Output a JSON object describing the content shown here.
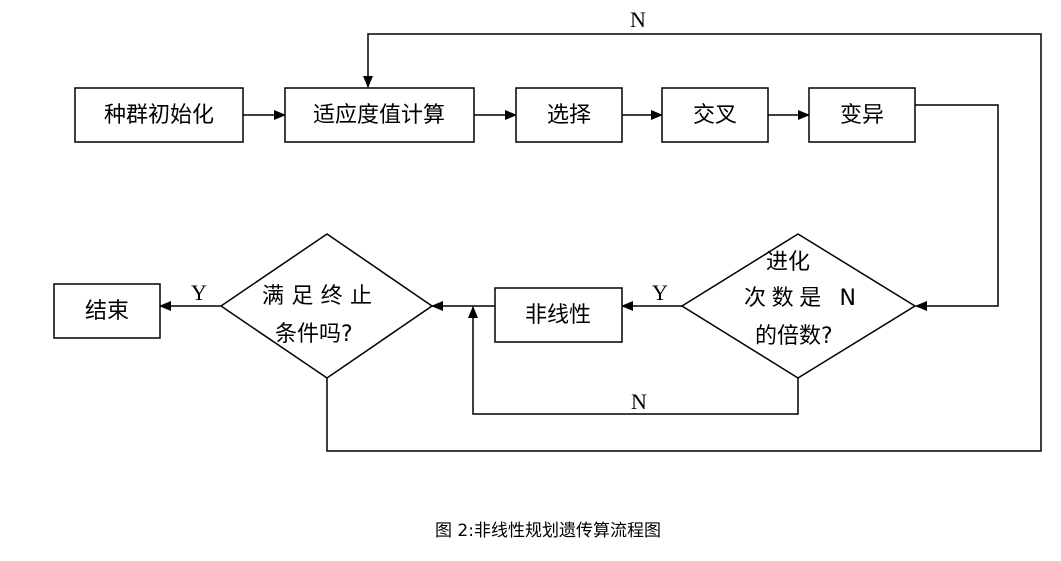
{
  "nodes": {
    "init": "种群初始化",
    "fitness": "适应度值计算",
    "selection": "选择",
    "crossover": "交叉",
    "mutation": "变异",
    "nonlinear": "非线性",
    "end": "结束",
    "decision_generation": {
      "line1": "进化",
      "line2": "次数是 N",
      "line3": "的倍数?"
    },
    "decision_termination": {
      "line1": "满足终止",
      "line2": "条件吗?"
    }
  },
  "edge_labels": {
    "loop_no_top": "N",
    "gen_yes": "Y",
    "gen_no": "N",
    "term_yes": "Y"
  },
  "caption": "图 2:非线性规划遗传算流程图"
}
